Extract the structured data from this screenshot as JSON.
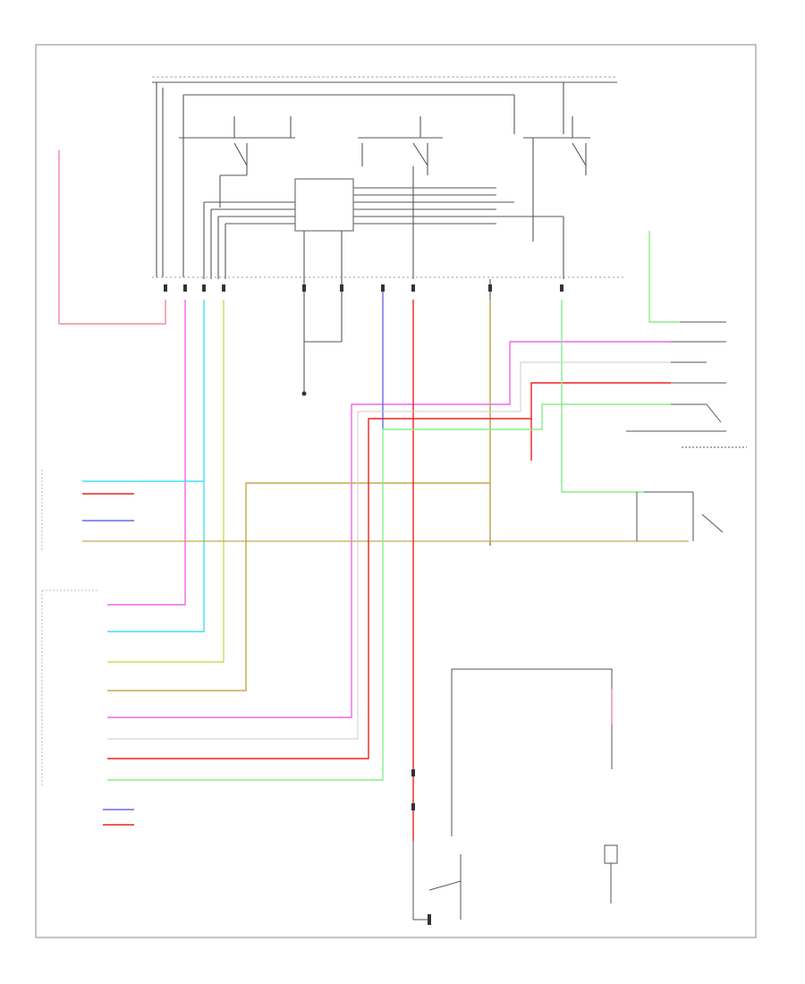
{
  "diagram": {
    "title": "",
    "footer_ref": "",
    "colors": {
      "pink": "#f08a9a",
      "magenta": "#ee66ee",
      "cyan": "#44e0ee",
      "light_green": "#88ee88",
      "yellow_green": "#ccdd55",
      "tan": "#c8a650",
      "blue": "#6a6ae8",
      "red": "#ee2222",
      "grey": "#333333",
      "light_grey": "#bbbbbb"
    },
    "wires": [
      {
        "name": "pink",
        "color": "#f08a9a"
      },
      {
        "name": "magenta",
        "color": "#ee66ee"
      },
      {
        "name": "cyan",
        "color": "#44e0ee"
      },
      {
        "name": "light-green",
        "color": "#88ee88"
      },
      {
        "name": "yellow-green",
        "color": "#ccdd55"
      },
      {
        "name": "tan",
        "color": "#c8a650"
      },
      {
        "name": "blue",
        "color": "#6a6ae8"
      },
      {
        "name": "red",
        "color": "#ee2222"
      }
    ]
  }
}
